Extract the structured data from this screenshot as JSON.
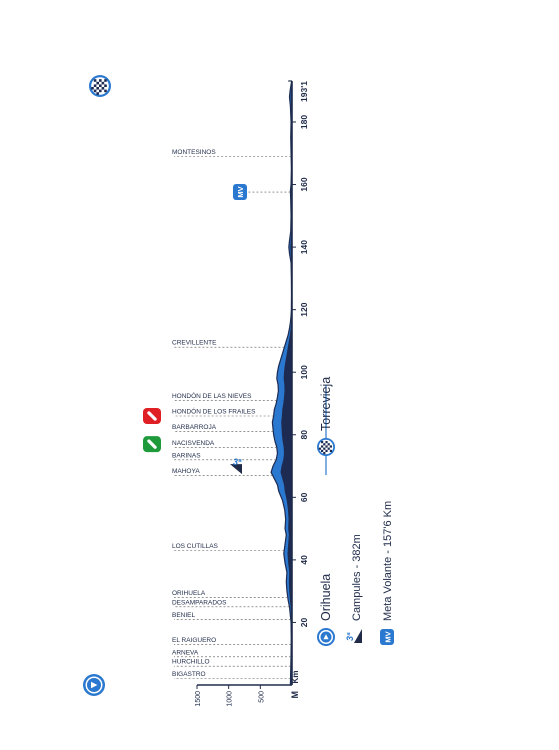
{
  "colors": {
    "profile_dark": "#1d2b52",
    "profile_blue": "#2a78cf",
    "marker_blue": "#2a78cf",
    "sprint_red": "#e01f24",
    "sprint_green": "#1f9a3a",
    "axis": "#1f2b49",
    "guide": "#555555"
  },
  "chart_data": {
    "type": "area",
    "orientation": "rotated-90-clockwise",
    "ylabel": "M",
    "xlabel": "Km",
    "xlim": [
      0,
      193.1
    ],
    "ylim": [
      0,
      1500
    ],
    "x_ticks": [
      20,
      40,
      60,
      80,
      100,
      120,
      140,
      160,
      180
    ],
    "x_tick_labels": [
      "20",
      "40",
      "60",
      "80",
      "100",
      "120",
      "140",
      "160",
      "180"
    ],
    "x_end_label": "193'1",
    "y_ticks": [
      500,
      1000,
      1500
    ],
    "y_tick_labels": [
      "500",
      "1000",
      "1500"
    ],
    "elevation": [
      [
        0,
        25
      ],
      [
        5,
        20
      ],
      [
        10,
        15
      ],
      [
        15,
        12
      ],
      [
        20,
        15
      ],
      [
        25,
        40
      ],
      [
        27,
        60
      ],
      [
        30,
        80
      ],
      [
        33,
        90
      ],
      [
        36,
        80
      ],
      [
        39,
        110
      ],
      [
        42,
        130
      ],
      [
        45,
        110
      ],
      [
        48,
        90
      ],
      [
        50,
        110
      ],
      [
        53,
        100
      ],
      [
        56,
        115
      ],
      [
        59,
        150
      ],
      [
        62,
        210
      ],
      [
        64,
        230
      ],
      [
        66,
        280
      ],
      [
        68,
        330
      ],
      [
        70,
        300
      ],
      [
        72,
        250
      ],
      [
        74,
        230
      ],
      [
        76,
        240
      ],
      [
        78,
        270
      ],
      [
        80,
        290
      ],
      [
        82,
        300
      ],
      [
        84,
        310
      ],
      [
        86,
        290
      ],
      [
        88,
        280
      ],
      [
        90,
        250
      ],
      [
        92,
        230
      ],
      [
        94,
        215
      ],
      [
        96,
        220
      ],
      [
        98,
        240
      ],
      [
        100,
        230
      ],
      [
        102,
        210
      ],
      [
        104,
        180
      ],
      [
        106,
        150
      ],
      [
        108,
        120
      ],
      [
        110,
        90
      ],
      [
        112,
        60
      ],
      [
        114,
        40
      ],
      [
        116,
        25
      ],
      [
        118,
        15
      ],
      [
        120,
        10
      ],
      [
        125,
        8
      ],
      [
        130,
        10
      ],
      [
        135,
        15
      ],
      [
        138,
        40
      ],
      [
        140,
        50
      ],
      [
        142,
        40
      ],
      [
        145,
        20
      ],
      [
        150,
        15
      ],
      [
        155,
        20
      ],
      [
        158,
        25
      ],
      [
        160,
        15
      ],
      [
        165,
        10
      ],
      [
        170,
        15
      ],
      [
        175,
        20
      ],
      [
        180,
        15
      ],
      [
        185,
        25
      ],
      [
        188,
        40
      ],
      [
        190,
        30
      ],
      [
        193.1,
        5
      ]
    ],
    "places": [
      {
        "name": "BIGASTRO",
        "km": 2
      },
      {
        "name": "HURCHILLO",
        "km": 6
      },
      {
        "name": "ARNEVA",
        "km": 9
      },
      {
        "name": "EL RAIGUERO",
        "km": 13
      },
      {
        "name": "BENIEL",
        "km": 21
      },
      {
        "name": "DESAMPARADOS",
        "km": 25
      },
      {
        "name": "ORIHUELA",
        "km": 28
      },
      {
        "name": "LOS CUTILLAS",
        "km": 43
      },
      {
        "name": "MAHOYA",
        "km": 67
      },
      {
        "name": "BARINAS",
        "km": 72
      },
      {
        "name": "NACISVENDA",
        "km": 76
      },
      {
        "name": "BARBARROJA",
        "km": 81
      },
      {
        "name": "HONDÓN DE LOS FRAILES",
        "km": 86
      },
      {
        "name": "HONDÓN DE LAS NIEVES",
        "km": 91
      },
      {
        "name": "CREVILLENTE",
        "km": 108
      },
      {
        "name": "MONTESINOS",
        "km": 169
      }
    ],
    "climb": {
      "label": "3ª",
      "km": 69
    },
    "intermediate_sprint": {
      "label": "MV",
      "km": 157.6
    },
    "sprints": [
      {
        "color": "red",
        "km": 86
      },
      {
        "color": "green",
        "km": 77
      }
    ],
    "start_marker_km": 0,
    "finish_marker_km": 193.1
  },
  "legend": {
    "start": "Orihuela",
    "finish": "Torrevieja",
    "climb_mark": "3ª",
    "climb": "Campules - 382m",
    "mv_mark": "MV",
    "mv": "Meta Volante - 157'6 Km"
  }
}
